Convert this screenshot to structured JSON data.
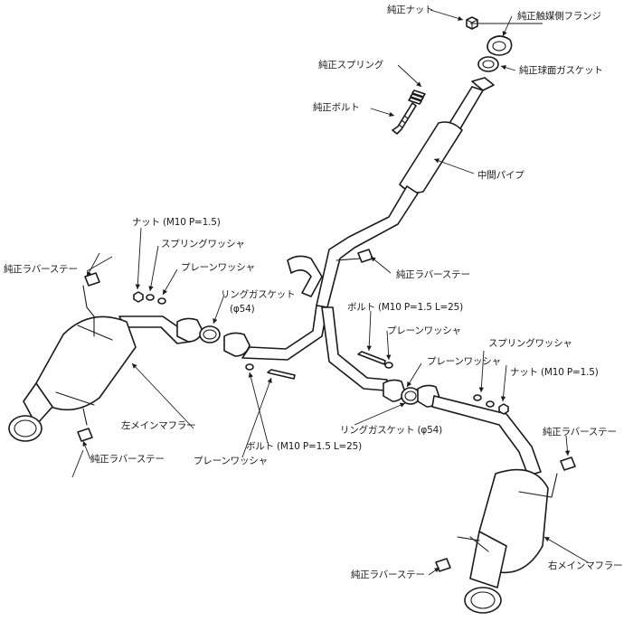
{
  "labels": {
    "stock_nut": "純正ナット",
    "stock_cat_flange": "純正触媒側フランジ",
    "stock_spring": "純正スプリング",
    "stock_ball_gasket": "純正球面ガスケット",
    "stock_bolt": "純正ボルト",
    "center_pipe": "中間パイプ",
    "nut_m10_left": "ナット (M10 P=1.5)",
    "spring_washer_left": "スプリングワッシャ",
    "plain_washer_left_top": "プレーンワッシャ",
    "stock_rubber_stay_left_top": "純正ラバーステー",
    "ring_gasket_left": "リングガスケット",
    "ring_gasket_left_size": "(φ54)",
    "stock_rubber_stay_center": "純正ラバーステー",
    "bolt_right": "ボルト (M10 P=1.5 L=25)",
    "plain_washer_right_top": "プレーンワッシャ",
    "spring_washer_right": "スプリングワッシャ",
    "plain_washer_right_mid": "プレーンワッシャ",
    "nut_m10_right": "ナット (M10 P=1.5)",
    "left_main_muffler": "左メインマフラー",
    "ring_gasket_right": "リングガスケット (φ54)",
    "stock_rubber_stay_left_bottom": "純正ラバーステー",
    "bolt_left": "ボルト (M10 P=1.5 L=25)",
    "plain_washer_left_bottom": "プレーンワッシャ",
    "stock_rubber_stay_right_top": "純正ラバーステー",
    "right_main_muffler": "右メインマフラー",
    "stock_rubber_stay_right_bottom": "純正ラバーステー"
  }
}
